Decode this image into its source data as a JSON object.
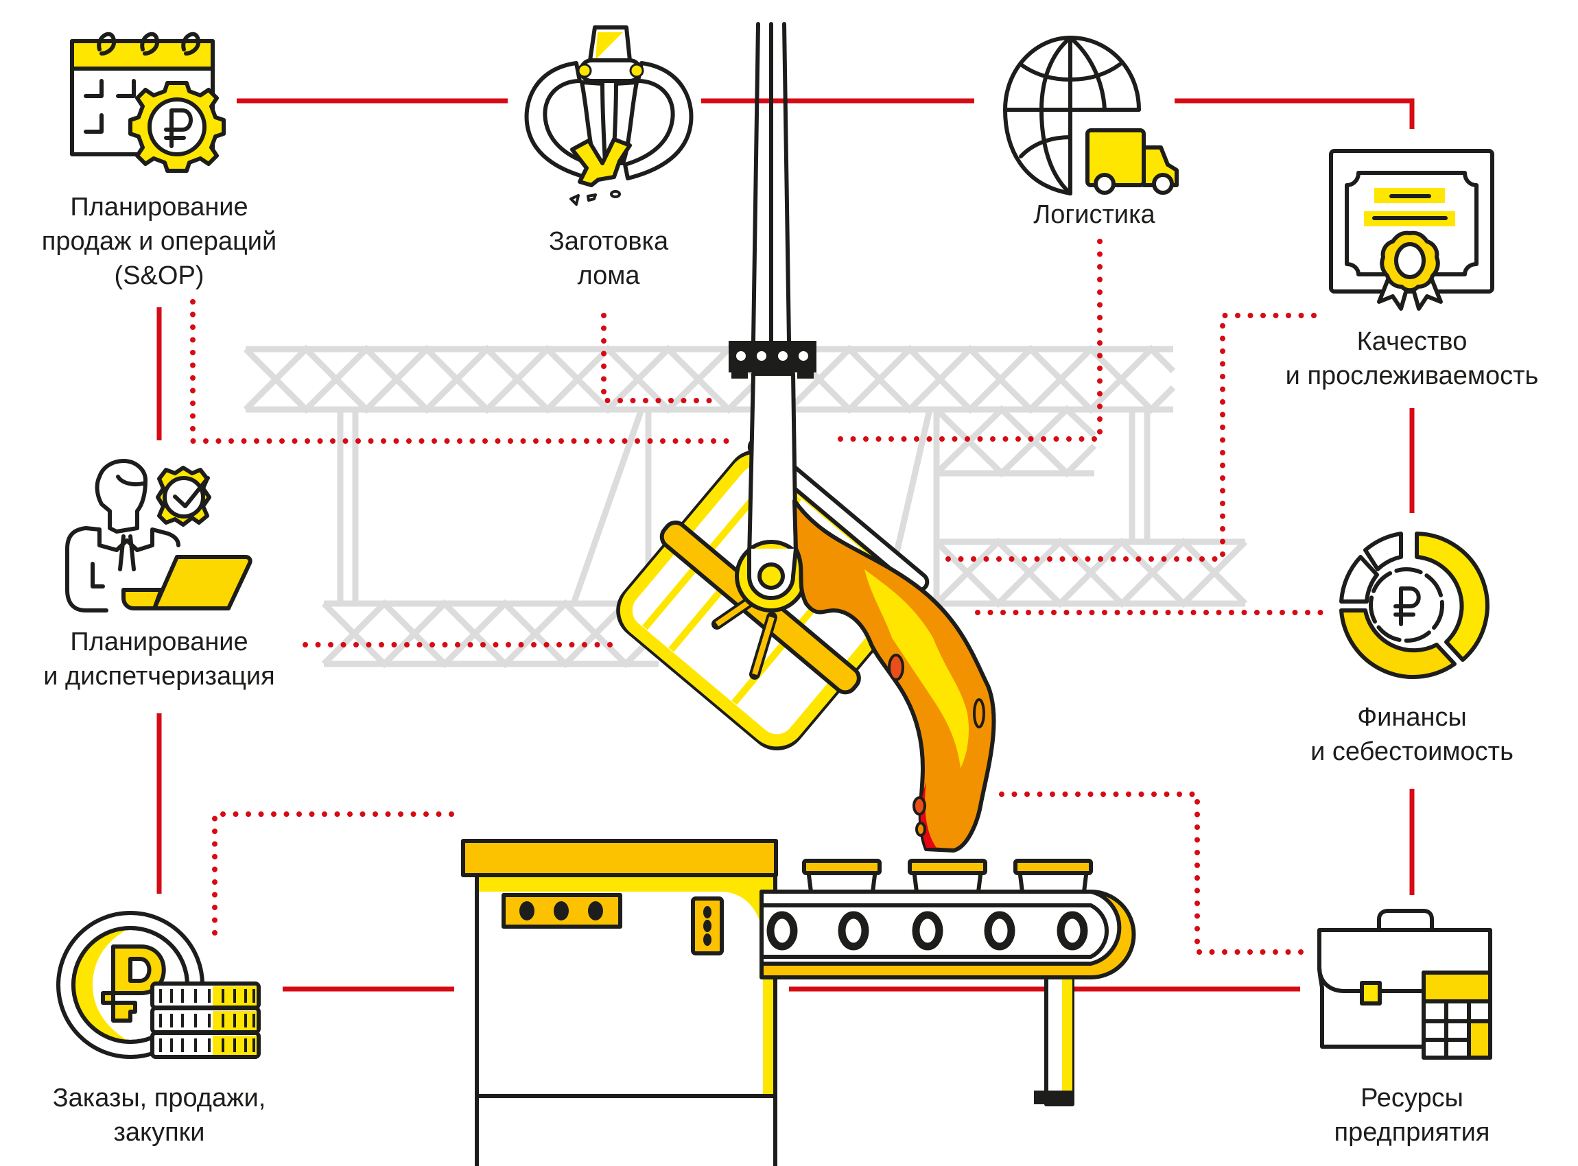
{
  "diagram": {
    "title": "",
    "center_scene": "steel-ladle-pouring-into-molds-on-conveyor",
    "colors": {
      "accent_yellow": "#ffe600",
      "accent_gold": "#fcc200",
      "connector_red": "#d60b14",
      "outline": "#1d1d1b",
      "truss_gray": "#dcdcdc",
      "molten_orange": "#f39200",
      "molten_red": "#e30613"
    },
    "nodes": [
      {
        "id": "sop",
        "icon": "calendar-ruble-gear-icon",
        "lines": [
          "Планирование",
          "продаж и операций",
          "(S&OP)"
        ]
      },
      {
        "id": "scrap",
        "icon": "scrap-grab-icon",
        "lines": [
          "Заготовка",
          "лома"
        ]
      },
      {
        "id": "logistics",
        "icon": "globe-truck-icon",
        "lines": [
          "Логистика"
        ]
      },
      {
        "id": "quality",
        "icon": "certificate-seal-icon",
        "lines": [
          "Качество",
          "и прослеживаемость"
        ]
      },
      {
        "id": "dispatch",
        "icon": "manager-laptop-gear-icon",
        "lines": [
          "Планирование",
          "и диспетчеризация"
        ]
      },
      {
        "id": "finance",
        "icon": "ruble-donut-chart-icon",
        "lines": [
          "Финансы",
          "и себестоимость"
        ]
      },
      {
        "id": "orders",
        "icon": "ruble-coins-icon",
        "lines": [
          "Заказы, продажи,",
          "закупки"
        ]
      },
      {
        "id": "resources",
        "icon": "briefcase-calculator-icon",
        "lines": [
          "Ресурсы",
          "предприятия"
        ]
      }
    ],
    "connections": {
      "solid": [
        [
          "sop",
          "scrap"
        ],
        [
          "scrap",
          "logistics"
        ],
        [
          "logistics",
          "quality"
        ],
        [
          "sop",
          "dispatch"
        ],
        [
          "dispatch",
          "orders"
        ],
        [
          "quality",
          "finance"
        ],
        [
          "finance",
          "resources"
        ],
        [
          "orders",
          "resources"
        ]
      ],
      "dotted_to_center": [
        "sop",
        "scrap",
        "logistics",
        "quality",
        "dispatch",
        "finance",
        "orders",
        "resources"
      ]
    }
  }
}
